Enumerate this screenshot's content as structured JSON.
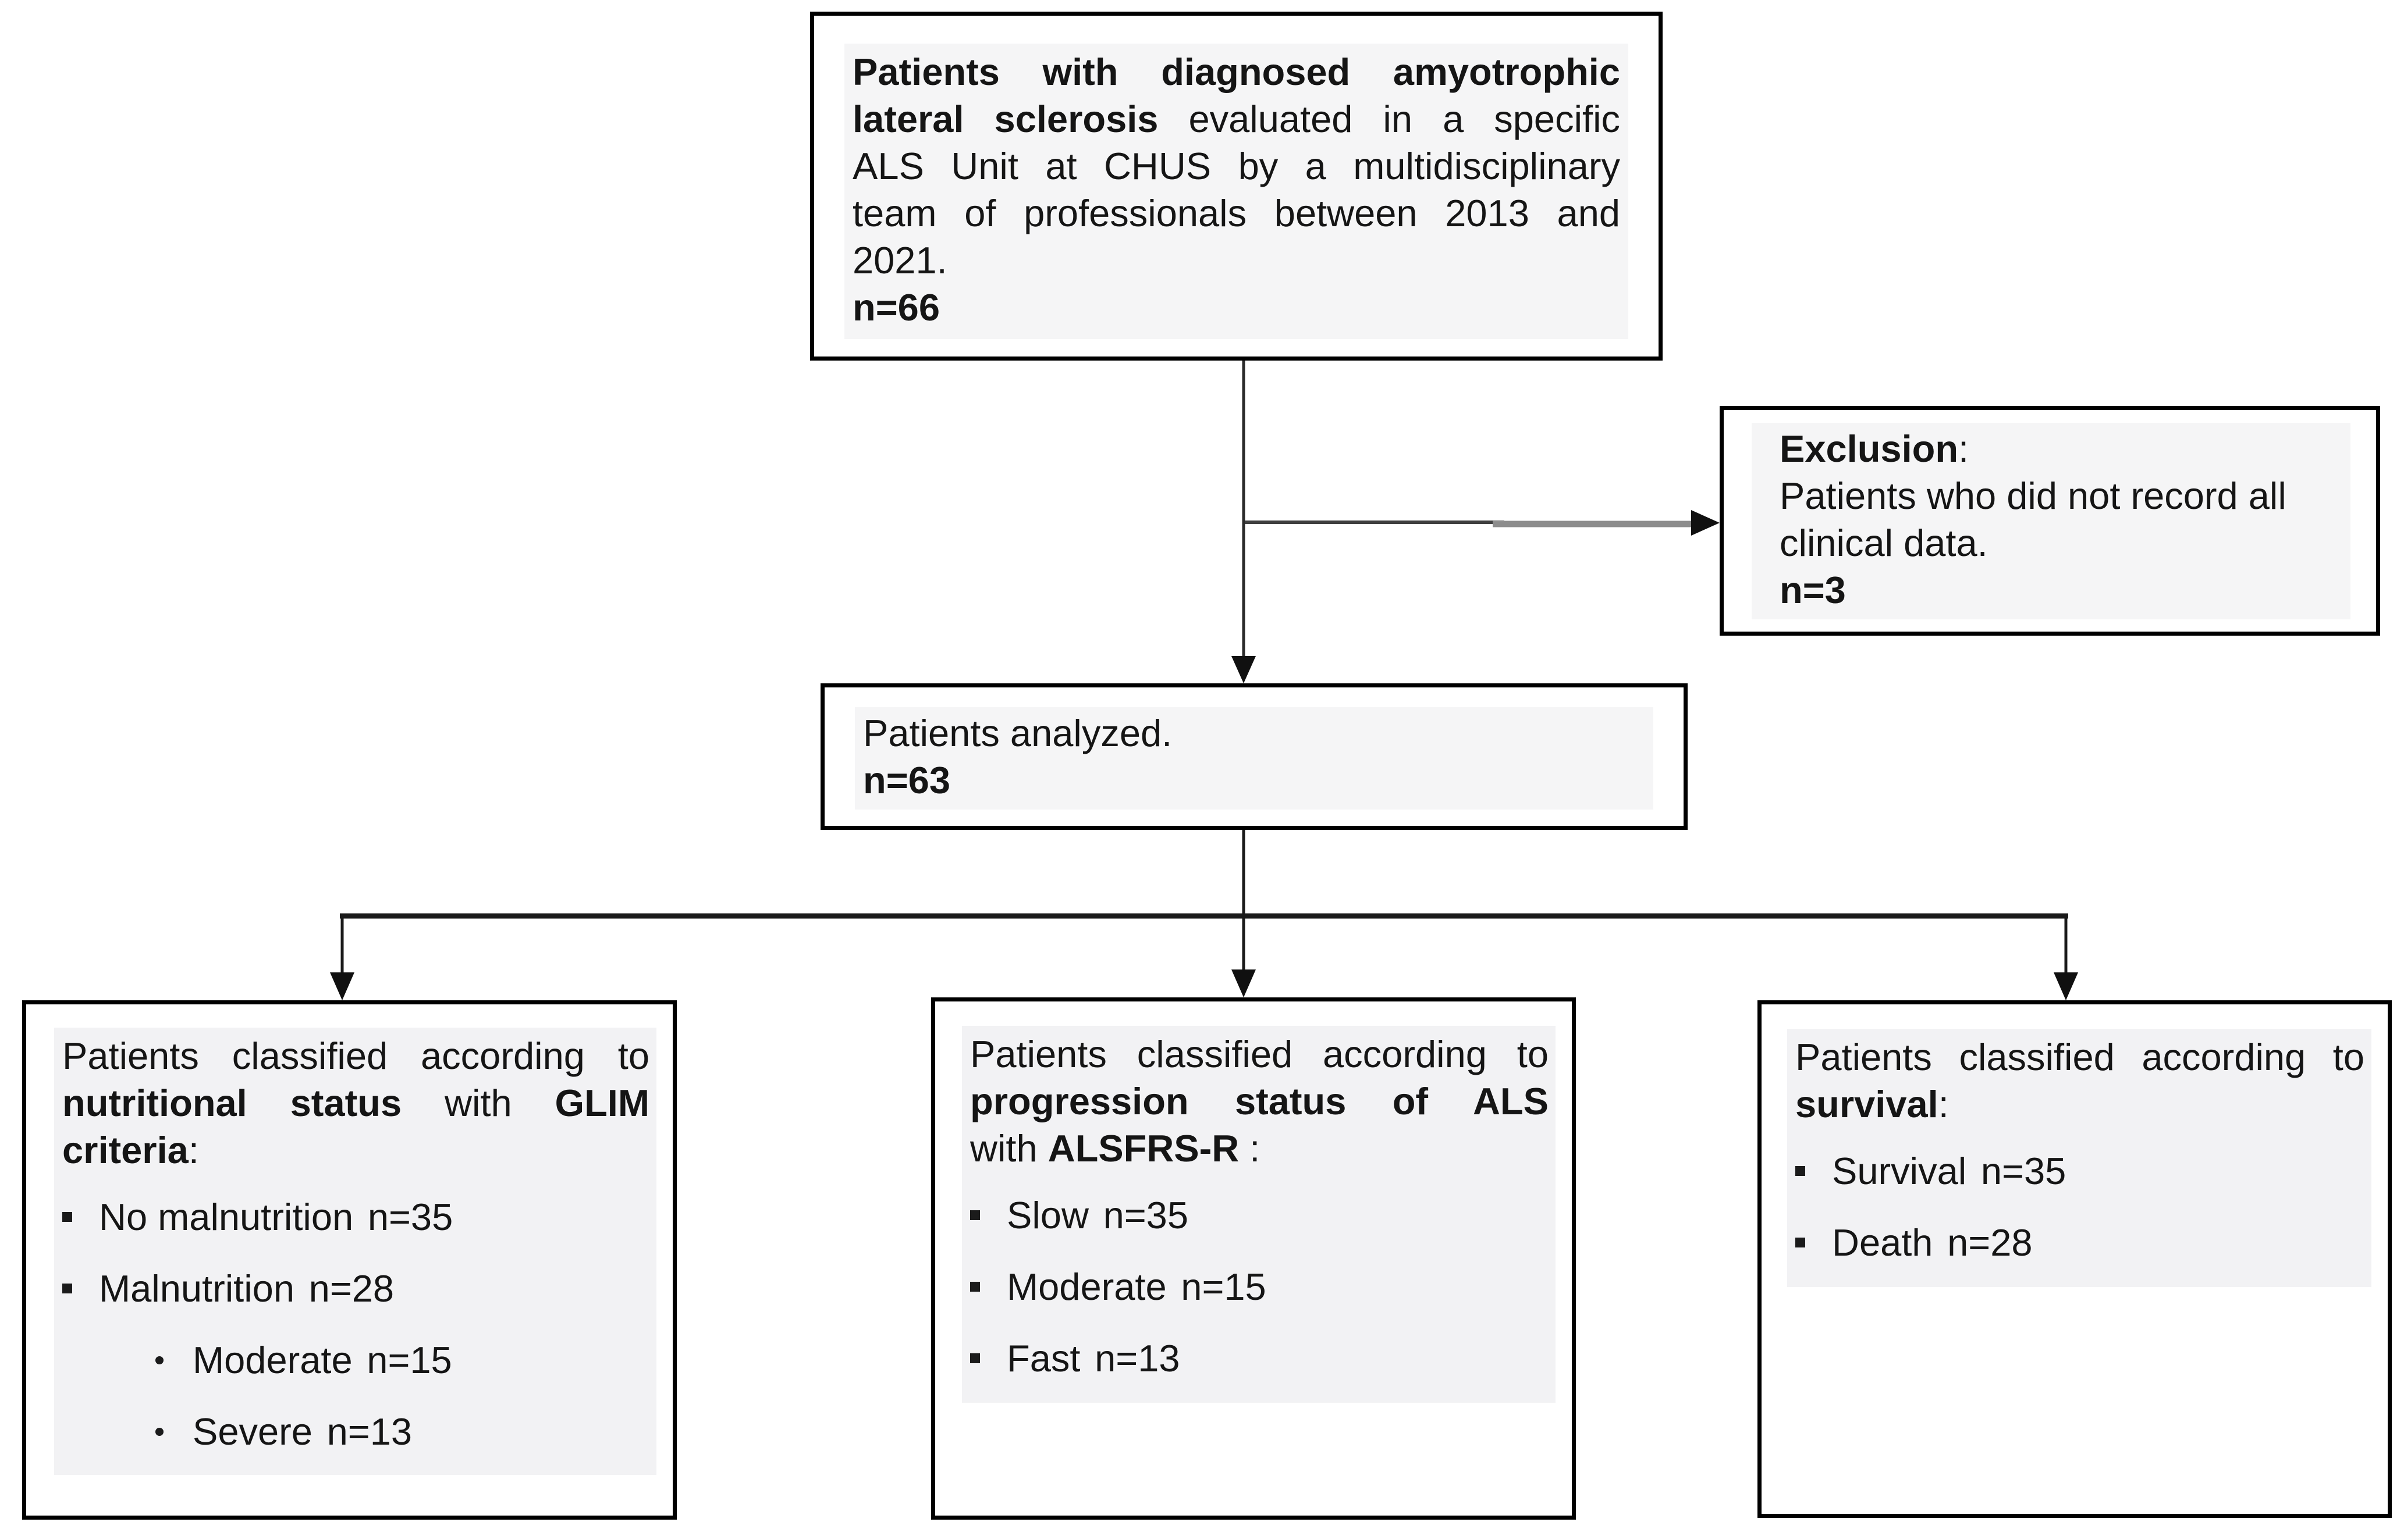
{
  "figure": {
    "type": "patient-flow-diagram",
    "topic": "ALS study enrollment flowchart"
  },
  "colors": {
    "background": "#ffffff",
    "box_border": "#000000",
    "text": "#151515",
    "shading_light": "#f5f5f6",
    "shading_bottom_boxes": "#f2f2f4",
    "connector_black": "#1f1f1f",
    "connector_gray": "#8c8c8c"
  },
  "icons": {
    "square_bullet": "square-bullet-icon",
    "round_bullet": "round-bullet-icon",
    "arrowhead": "arrow-down-icon"
  },
  "top_box": {
    "line1": "Patients with diagnosed amyotrophic",
    "line2": {
      "bold": "lateral sclerosis",
      "rest": " evaluated in a specific"
    },
    "line3": "ALS Unit at CHUS by a multidisciplinary",
    "line4": "team of professionals between 2013 and",
    "line5": "2021.",
    "count": "n=66"
  },
  "exclusion_box": {
    "title_bold": "Exclusion",
    "title_punct": ":",
    "line1": "Patients who did not record all",
    "line2": "clinical data.",
    "count": "n=3"
  },
  "analyzed_box": {
    "line1": "Patients analyzed.",
    "count": "n=63"
  },
  "nutrition_box": {
    "title_line1": "Patients classified according to",
    "title_line2": {
      "bold1": "nutritional status",
      "mid": " with ",
      "bold2": "GLIM"
    },
    "title_line3": {
      "bold": "criteria",
      "punct": ":"
    },
    "bullets": [
      {
        "text": "No malnutrition",
        "count": "n=35"
      },
      {
        "text": "Malnutrition",
        "count": "n=28"
      }
    ],
    "sub_bullets": [
      {
        "text": "Moderate",
        "count": "n=15"
      },
      {
        "text": "Severe",
        "count": "n=13"
      }
    ]
  },
  "progression_box": {
    "title_line1": "Patients classified according to",
    "title_line2": {
      "bold": "progression status of ALS"
    },
    "title_line3": {
      "pre": "with ",
      "bold": "ALSFRS-R",
      "punct": " :"
    },
    "bullets": [
      {
        "text": "Slow",
        "count": "n=35"
      },
      {
        "text": "Moderate",
        "count": "n=15"
      },
      {
        "text": "Fast",
        "count": "n=13"
      }
    ]
  },
  "survival_box": {
    "title_line1": "Patients classified according to",
    "title_line2": {
      "bold": "survival",
      "punct": ":"
    },
    "bullets": [
      {
        "text": "Survival",
        "count": "n=35"
      },
      {
        "text": "Death",
        "count": "n=28"
      }
    ]
  }
}
